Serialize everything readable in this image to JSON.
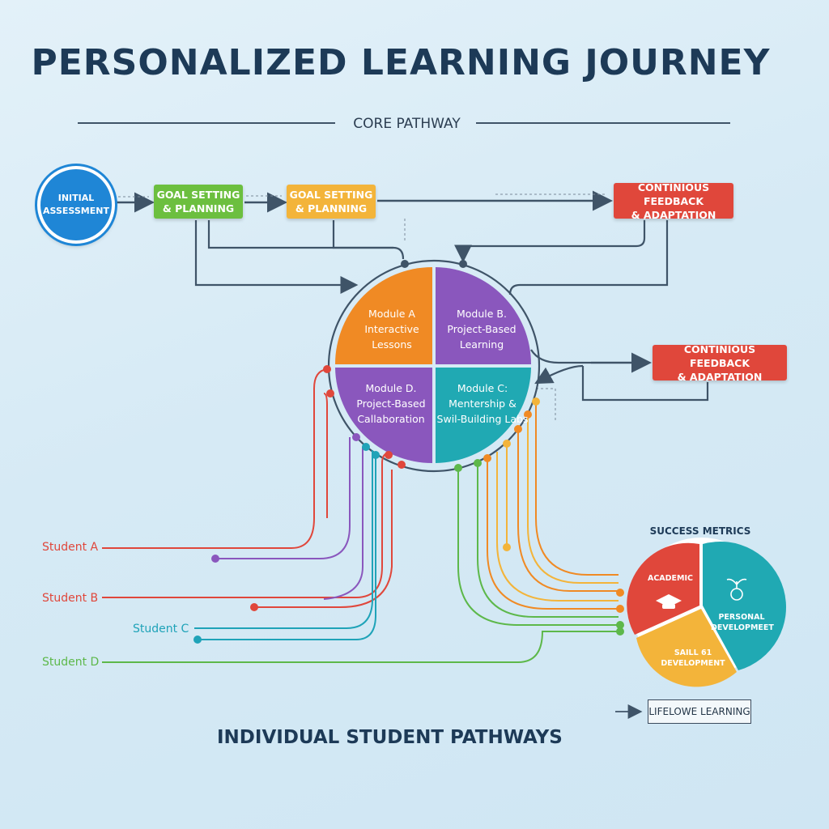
{
  "title": "PERSONALIZED LEARNING JOURNEY",
  "core_pathway": "CORE PATHWAY",
  "nodes": {
    "initial": "INITIAL\nASSESSMENT",
    "goal1": "GOAL SETTING\n& PLANNING",
    "goal2": "GOAL SETTING\n& PLANNING",
    "feedback1": "CONTINIOUS FEEDBACK\n& ADAPTATION",
    "feedback2": "CONTINIOUS FEEDBACK\n& ADAPTATION"
  },
  "modules": {
    "a": "Module A\nInteractive\nLessons",
    "b": "Module B.\nProject-Based\nLearning",
    "c": "Module C:\nMentership &\nSwil-Building Labs",
    "d": "Module D.\nProject-Based\nCallaboration"
  },
  "students": [
    {
      "label": "Student A",
      "color": "#e0473b"
    },
    {
      "label": "Student B",
      "color": "#e0473b"
    },
    {
      "label": "Student C",
      "color": "#1fa3b8"
    },
    {
      "label": "Student D",
      "color": "#5db84a"
    }
  ],
  "metrics": {
    "title": "SUCCESS METRICS",
    "academic": "ACADEMIC",
    "personal": "PERSONAL\nDEVELOPMEET",
    "skill": "SAILL 61\nDEVELOPMENT"
  },
  "lifelong": "LIFELOWE LEARNING",
  "footer": "INDIVIDUAL STUDENT PATHWAYS",
  "colors": {
    "blue": "#1f86d6",
    "green": "#6cbf3f",
    "yellow": "#f3b43a",
    "red": "#e0473b",
    "orange": "#f08a24",
    "purple": "#8a57bd",
    "teal": "#20a9b3",
    "navy": "#1d3a57"
  }
}
